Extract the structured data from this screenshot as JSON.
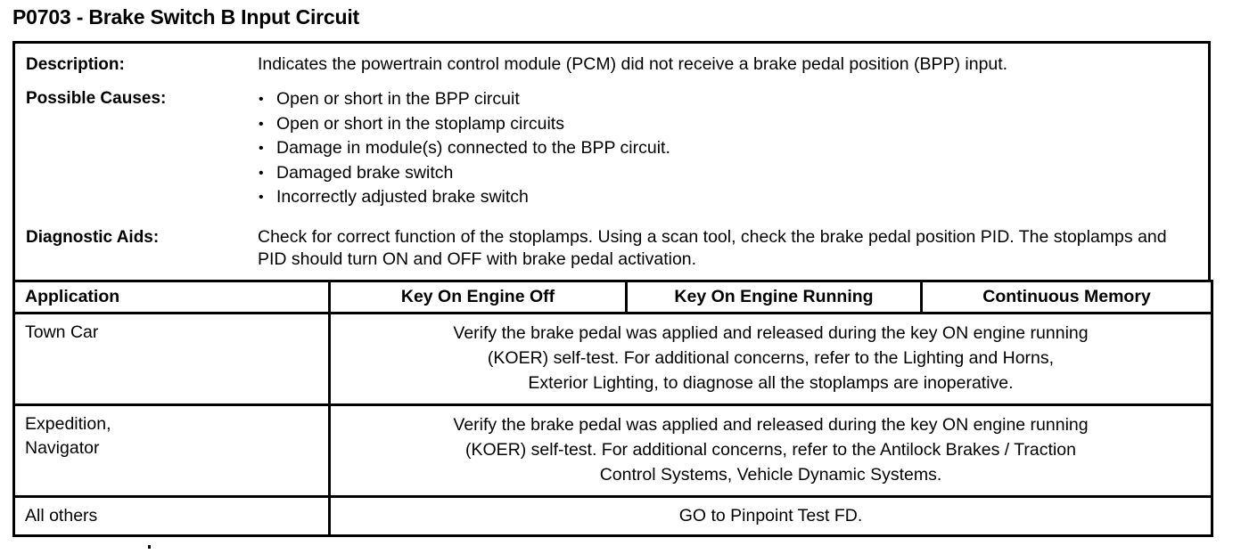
{
  "document": {
    "title": "P0703 - Brake Switch B Input Circuit"
  },
  "info": {
    "description": {
      "label": "Description:",
      "text": "Indicates the powertrain control module (PCM) did not receive a brake pedal position (BPP) input."
    },
    "possible_causes": {
      "label": "Possible Causes:",
      "items": [
        "Open or short in the BPP circuit",
        "Open or short in the stoplamp circuits",
        "Damage in module(s) connected to the BPP circuit.",
        "Damaged brake switch",
        "Incorrectly adjusted brake switch"
      ]
    },
    "diagnostic_aids": {
      "label": "Diagnostic Aids:",
      "text": "Check for correct function of the stoplamps. Using a scan tool, check the brake pedal position PID. The stoplamps and PID should turn ON and OFF with brake pedal activation."
    }
  },
  "matrix": {
    "headers": {
      "application": "Application",
      "key_on_engine_off": "Key On Engine Off",
      "key_on_engine_running": "Key On Engine Running",
      "continuous_memory": "Continuous Memory"
    },
    "rows": [
      {
        "application": "Town Car",
        "detail_line_1": "Verify the brake pedal was applied and released during the key ON engine running",
        "detail_line_2": "(KOER) self-test. For additional concerns, refer to the Lighting and Horns,",
        "detail_line_3": "Exterior Lighting, to diagnose all the stoplamps are inoperative."
      },
      {
        "application_line_1": "Expedition,",
        "application_line_2": "Navigator",
        "detail_line_1": "Verify the brake pedal was applied and released during the key ON engine running",
        "detail_line_2": "(KOER) self-test. For additional concerns, refer to the Antilock Brakes / Traction",
        "detail_line_3": "Control Systems, Vehicle Dynamic Systems."
      },
      {
        "application": "All others",
        "detail_line_1": "GO to Pinpoint Test FD."
      }
    ]
  },
  "colors": {
    "ink": "#000000",
    "paper": "#ffffff"
  }
}
